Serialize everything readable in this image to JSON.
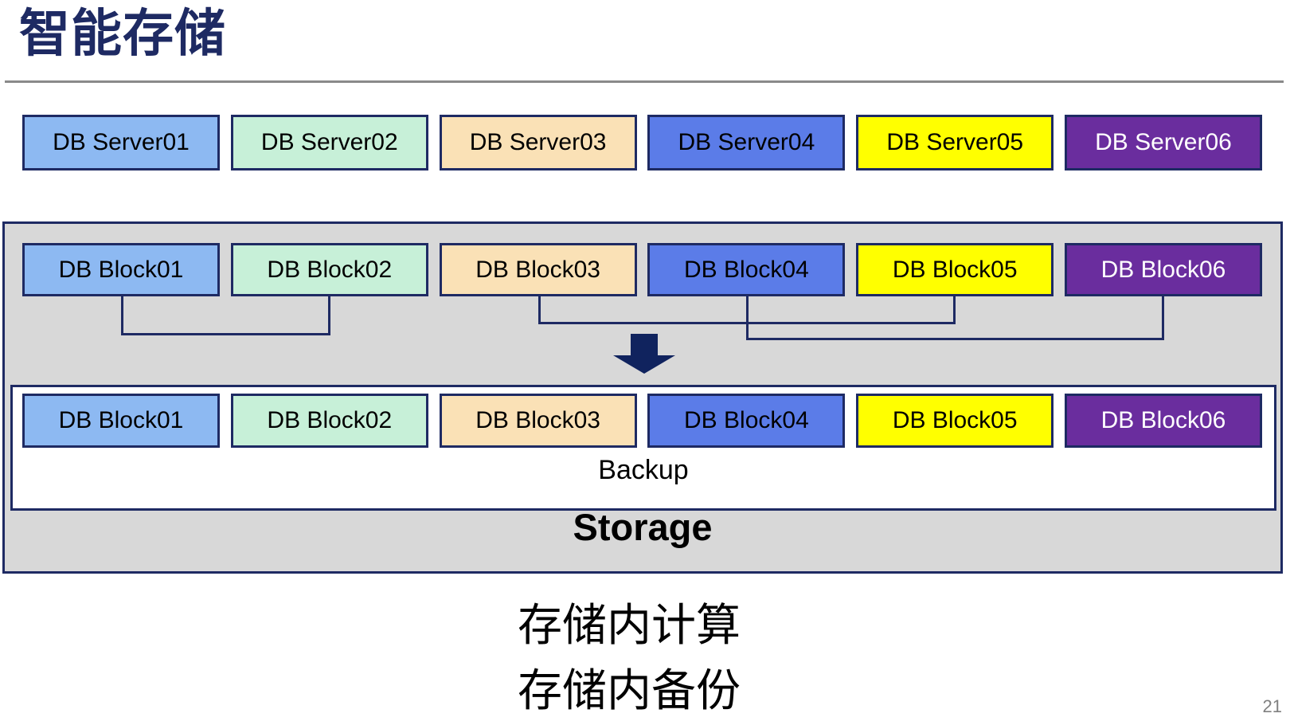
{
  "title": "智能存储",
  "colors": {
    "navy": "#1E2A63",
    "arrow": "#10235E",
    "gray_background": "#D8D8D8",
    "divider_gray": "#8A8A8A",
    "light_blue": "#8DB9F2",
    "mint_green": "#C7F0D8",
    "wheat": "#FAE1B6",
    "royal_blue": "#5B7CE8",
    "yellow": "#FFFF00",
    "purple": "#6A2D9E"
  },
  "servers": [
    {
      "label": "DB Server01",
      "fill": "#8DB9F2",
      "text": "#000000"
    },
    {
      "label": "DB Server02",
      "fill": "#C7F0D8",
      "text": "#000000"
    },
    {
      "label": "DB Server03",
      "fill": "#FAE1B6",
      "text": "#000000"
    },
    {
      "label": "DB Server04",
      "fill": "#5B7CE8",
      "text": "#000000"
    },
    {
      "label": "DB Server05",
      "fill": "#FFFF00",
      "text": "#000000"
    },
    {
      "label": "DB Server06",
      "fill": "#6A2D9E",
      "text": "#FFFFFF"
    }
  ],
  "blocks_top": [
    {
      "label": "DB Block01",
      "fill": "#8DB9F2",
      "text": "#000000"
    },
    {
      "label": "DB Block02",
      "fill": "#C7F0D8",
      "text": "#000000"
    },
    {
      "label": "DB Block03",
      "fill": "#FAE1B6",
      "text": "#000000"
    },
    {
      "label": "DB Block04",
      "fill": "#5B7CE8",
      "text": "#000000"
    },
    {
      "label": "DB Block05",
      "fill": "#FFFF00",
      "text": "#000000"
    },
    {
      "label": "DB Block06",
      "fill": "#6A2D9E",
      "text": "#FFFFFF"
    }
  ],
  "blocks_bottom": [
    {
      "label": "DB Block01",
      "fill": "#8DB9F2",
      "text": "#000000"
    },
    {
      "label": "DB Block02",
      "fill": "#C7F0D8",
      "text": "#000000"
    },
    {
      "label": "DB Block03",
      "fill": "#FAE1B6",
      "text": "#000000"
    },
    {
      "label": "DB Block04",
      "fill": "#5B7CE8",
      "text": "#000000"
    },
    {
      "label": "DB Block05",
      "fill": "#FFFF00",
      "text": "#000000"
    },
    {
      "label": "DB Block06",
      "fill": "#6A2D9E",
      "text": "#FFFFFF"
    }
  ],
  "backup_label": "Backup",
  "storage_label": "Storage",
  "captions": {
    "line1": "存储内计算",
    "line2": "存储内备份"
  },
  "page_number": "21"
}
